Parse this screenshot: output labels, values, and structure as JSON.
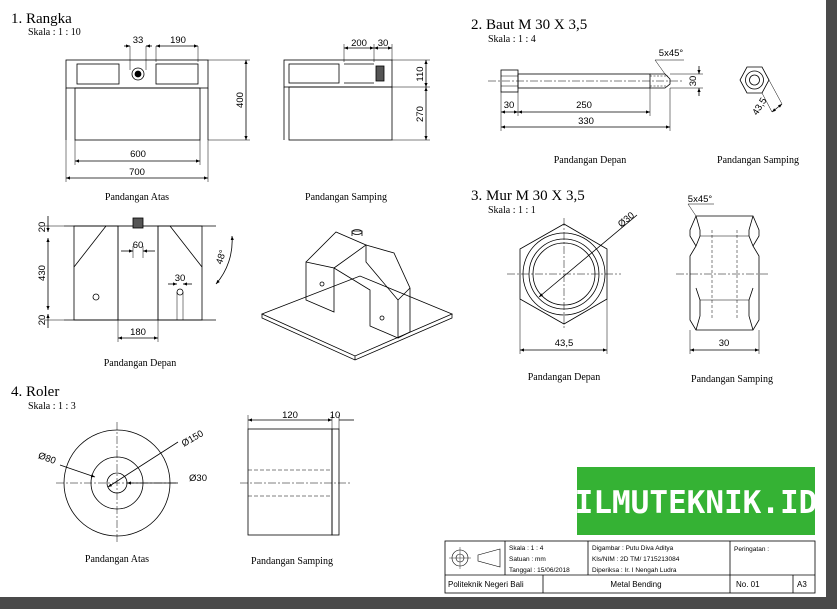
{
  "colors": {
    "watermark_bg": "#35b234",
    "watermark_text": "#ffffff",
    "frame": "#4a4a4a"
  },
  "sections": {
    "rangka": {
      "title": "1. Rangka",
      "scale": "Skala : 1 : 10",
      "views": {
        "top": "Pandangan Atas",
        "side": "Pandangan Samping",
        "front": "Pandangan Depan"
      },
      "dims": {
        "d33": "33",
        "d190": "190",
        "d400": "400",
        "d600": "600",
        "d700": "700",
        "d200": "200",
        "d30": "30",
        "d110": "110",
        "d270": "270",
        "d20a": "20",
        "d430": "430",
        "d20b": "20",
        "d60": "60",
        "d48": "48°",
        "d30b": "30",
        "d180": "180"
      }
    },
    "baut": {
      "title": "2. Baut M 30 X 3,5",
      "scale": "Skala : 1 : 4",
      "views": {
        "front": "Pandangan Depan",
        "side": "Pandangan Samping"
      },
      "dims": {
        "chamfer": "5x45°",
        "d30a": "30",
        "d30b": "30",
        "d250": "250",
        "d330": "330",
        "d43": "43,5"
      }
    },
    "mur": {
      "title": "3. Mur M 30 X 3,5",
      "scale": "Skala : 1 : 1",
      "views": {
        "front": "Pandangan Depan",
        "side": "Pandangan Samping"
      },
      "dims": {
        "dia30": "Ø30",
        "chamfer": "5x45°",
        "d43": "43,5",
        "d30": "30"
      }
    },
    "roler": {
      "title": "4. Roler",
      "scale": "Skala : 1 : 3",
      "views": {
        "top": "Pandangan Atas",
        "side": "Pandangan Samping"
      },
      "dims": {
        "dia80": "Ø80",
        "dia150": "Ø150",
        "dia30": "Ø30",
        "d120": "120",
        "d10": "10"
      }
    }
  },
  "watermark": "ILMUTEKNIK.ID",
  "title_block": {
    "skala": "Skala      : 1 : 4",
    "satuan": "Satuan    : mm",
    "tanggal": "Tanggal  : 15/06/2018",
    "digambar": "Digambar : Putu Diva Aditya",
    "kls": "Kls/NIM   : 2D TM/ 1715213084",
    "diperiksa": "Diperiksa : Ir. I Nengah Ludra",
    "peringatan": "Peringatan :",
    "institution": "Politeknik Negeri Bali",
    "drawing_title": "Metal Bending",
    "number": "No. 01",
    "size": "A3"
  }
}
